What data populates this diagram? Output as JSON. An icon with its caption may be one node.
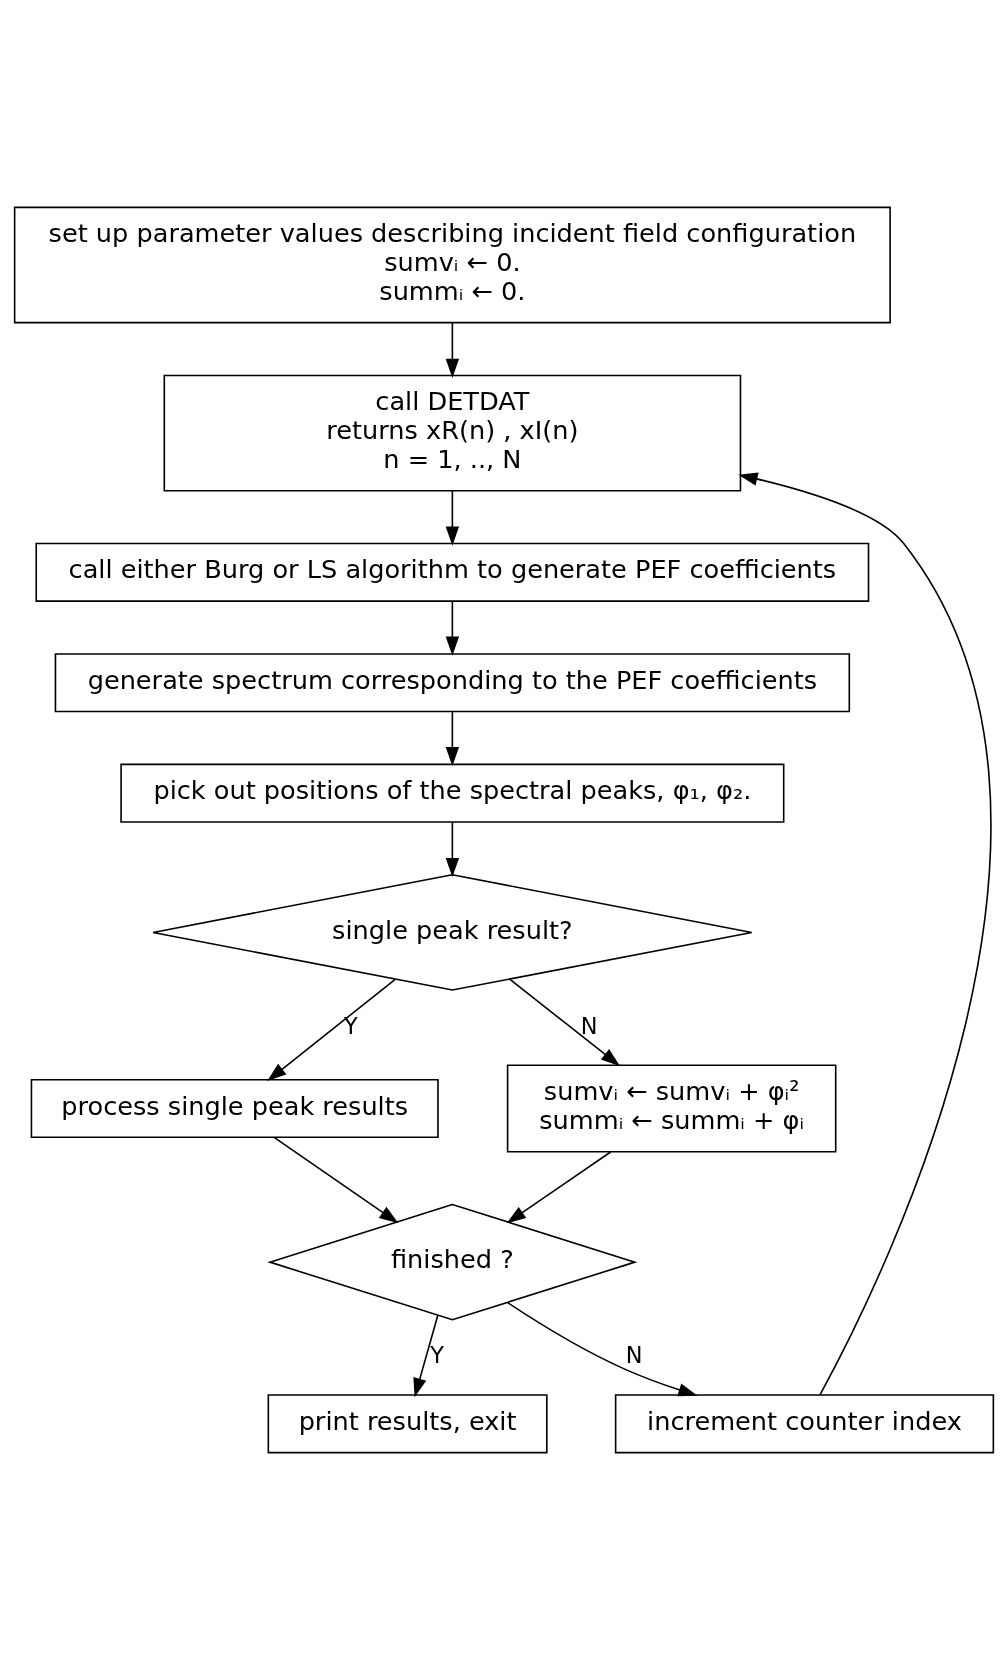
{
  "diagram": {
    "nodes": [
      {
        "text": [
          "set up parameter values describing incident field configuration",
          "sumvᵢ ← 0.",
          "summᵢ ← 0."
        ]
      },
      {
        "text": [
          "call DETDAT",
          "returns xR(n) , xI(n)",
          "n = 1, .., N"
        ]
      },
      {
        "text": [
          "call either Burg or LS algorithm to generate PEF coefficients"
        ]
      },
      {
        "text": [
          "generate spectrum corresponding to the PEF coefficients"
        ]
      },
      {
        "text": [
          "pick out positions of the spectral peaks, φ₁, φ₂."
        ]
      },
      {
        "text": [
          "single peak result?"
        ]
      },
      {
        "text": [
          "process single peak results"
        ]
      },
      {
        "text": [
          "sumvᵢ ← sumvᵢ + φᵢ²",
          "summᵢ ← summᵢ + φᵢ"
        ]
      },
      {
        "text": [
          "finished ?"
        ]
      },
      {
        "text": [
          "print results, exit"
        ]
      },
      {
        "text": [
          "increment counter index"
        ]
      }
    ],
    "edges": [
      {
        "from": 0,
        "to": 1,
        "arrow": "to"
      },
      {
        "from": 1,
        "to": 2,
        "arrow": "to"
      },
      {
        "from": 2,
        "to": 3,
        "arrow": "to"
      },
      {
        "from": 3,
        "to": 4,
        "arrow": "to"
      },
      {
        "from": 4,
        "to": 5,
        "arrow": "to"
      },
      {
        "from": 5,
        "to": 6,
        "arrow": "to",
        "label": "Y"
      },
      {
        "from": 5,
        "to": 7,
        "arrow": "to",
        "label": "N"
      },
      {
        "from": 6,
        "to": 8,
        "arrow": "to"
      },
      {
        "from": 7,
        "to": 8,
        "arrow": "to"
      },
      {
        "from": 8,
        "to": 9,
        "arrow": "to",
        "label": "Y"
      },
      {
        "from": 8,
        "to": 10,
        "arrow": "to",
        "label": "N"
      },
      {
        "from": 10,
        "to": 1,
        "arrow": "to"
      }
    ]
  }
}
